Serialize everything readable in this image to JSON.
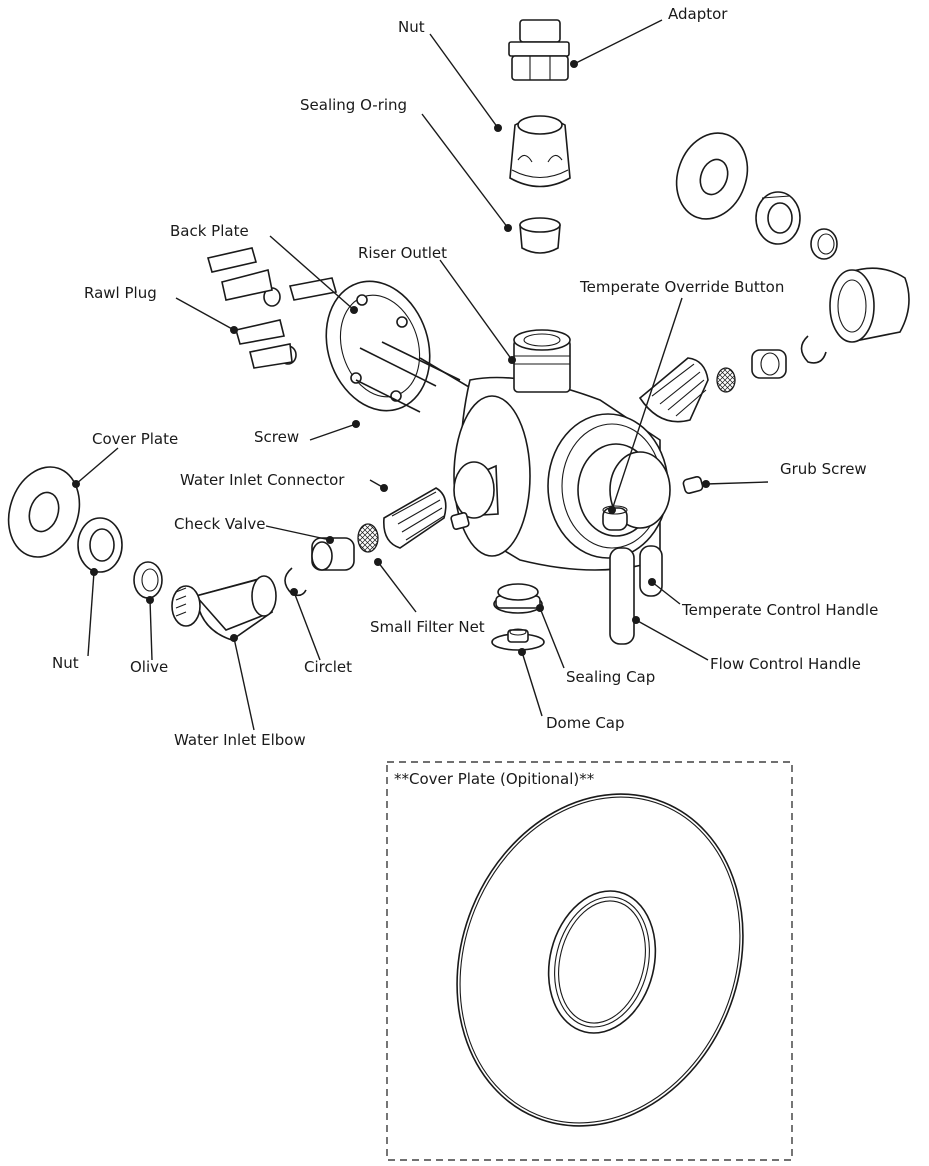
{
  "labels": {
    "adaptor": "Adaptor",
    "nut_top": "Nut",
    "sealing_oring": "Sealing O-ring",
    "back_plate": "Back Plate",
    "riser_outlet": "Riser Outlet",
    "rawl_plug": "Rawl Plug",
    "temperate_override_button": "Temperate Override Button",
    "screw": "Screw",
    "cover_plate": "Cover Plate",
    "water_inlet_connector": "Water Inlet Connector",
    "grub_screw": "Grub Screw",
    "check_valve": "Check Valve",
    "small_filter_net": "Small Filter Net",
    "temperate_control_handle": "Temperate Control Handle",
    "nut_left": "Nut",
    "olive": "Olive",
    "circlet": "Circlet",
    "sealing_cap": "Sealing Cap",
    "flow_control_handle": "Flow Control Handle",
    "dome_cap": "Dome Cap",
    "water_inlet_elbow": "Water Inlet Elbow"
  },
  "optional_box": {
    "caption": "**Cover Plate (Opitional)**"
  },
  "colors": {
    "line": "#1a1a1a",
    "background": "#ffffff"
  }
}
